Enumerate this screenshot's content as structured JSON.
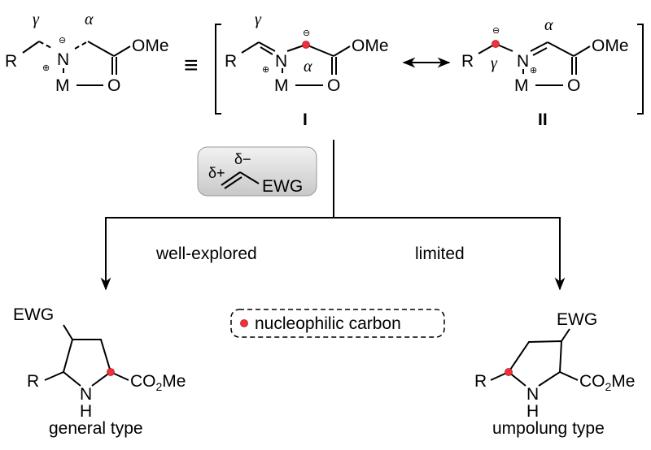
{
  "atoms": {
    "R": "R",
    "N": "N",
    "M": "M",
    "O": "O",
    "OMe": "OMe",
    "H": "H",
    "EWG": "EWG",
    "CO2Me_main": "CO",
    "CO2Me_sub": "2",
    "CO2Me_tail": "Me"
  },
  "greek": {
    "gamma": "γ",
    "alpha": "α"
  },
  "charges": {
    "plus": "⊕",
    "minus": "⊖"
  },
  "symbols": {
    "equiv": "≡"
  },
  "resonance_labels": {
    "I": "I",
    "II": "II"
  },
  "reagent": {
    "delta_plus": "δ+",
    "delta_minus": "δ−",
    "group": "EWG"
  },
  "paths": {
    "left": "well-explored",
    "right": "limited"
  },
  "legend": {
    "text": "nucleophilic carbon"
  },
  "products": {
    "left": "general type",
    "right": "umpolung type"
  },
  "colors": {
    "nucleophilic_dot": "#f0303a",
    "reagent_box": "#d9d9d9"
  }
}
